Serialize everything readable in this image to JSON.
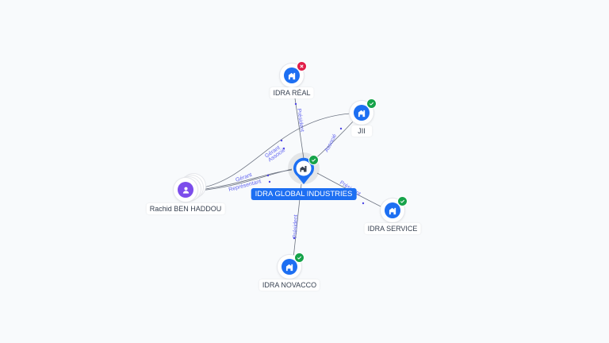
{
  "colors": {
    "company": "#1d6ff2",
    "person": "#7c4deb",
    "active_badge": "#16a34a",
    "closed_badge": "#e11d48",
    "edge_label": "#6366f1"
  },
  "center": {
    "label": "IDRA GLOBAL INDUSTRIES",
    "icon": "building-icon",
    "status": "active"
  },
  "nodes": [
    {
      "id": "idra-real",
      "label": "IDRA RÉAL",
      "type": "company",
      "status": "closed"
    },
    {
      "id": "jii",
      "label": "JII",
      "type": "company",
      "status": "active"
    },
    {
      "id": "idra-service",
      "label": "IDRA SERVICE",
      "type": "company",
      "status": "active"
    },
    {
      "id": "idra-novacco",
      "label": "IDRA NOVACCO",
      "type": "company",
      "status": "active"
    },
    {
      "id": "rachid",
      "label": "Rachid BEN HADDOU",
      "type": "person",
      "status": "none"
    }
  ],
  "edges": [
    {
      "from": "center",
      "to": "idra-real",
      "label": "Président"
    },
    {
      "from": "center",
      "to": "jii",
      "label": "Associé"
    },
    {
      "from": "center",
      "to": "idra-service",
      "label": "Président"
    },
    {
      "from": "center",
      "to": "idra-novacco",
      "label": "Président"
    },
    {
      "from": "rachid",
      "to": "jii",
      "label": "Gérant Associé",
      "label_lines": [
        "Gérant",
        "Associé"
      ]
    },
    {
      "from": "rachid",
      "to": "center",
      "label": "Gérant Représentant",
      "label_lines": [
        "Gérant",
        "Représentant"
      ]
    }
  ]
}
